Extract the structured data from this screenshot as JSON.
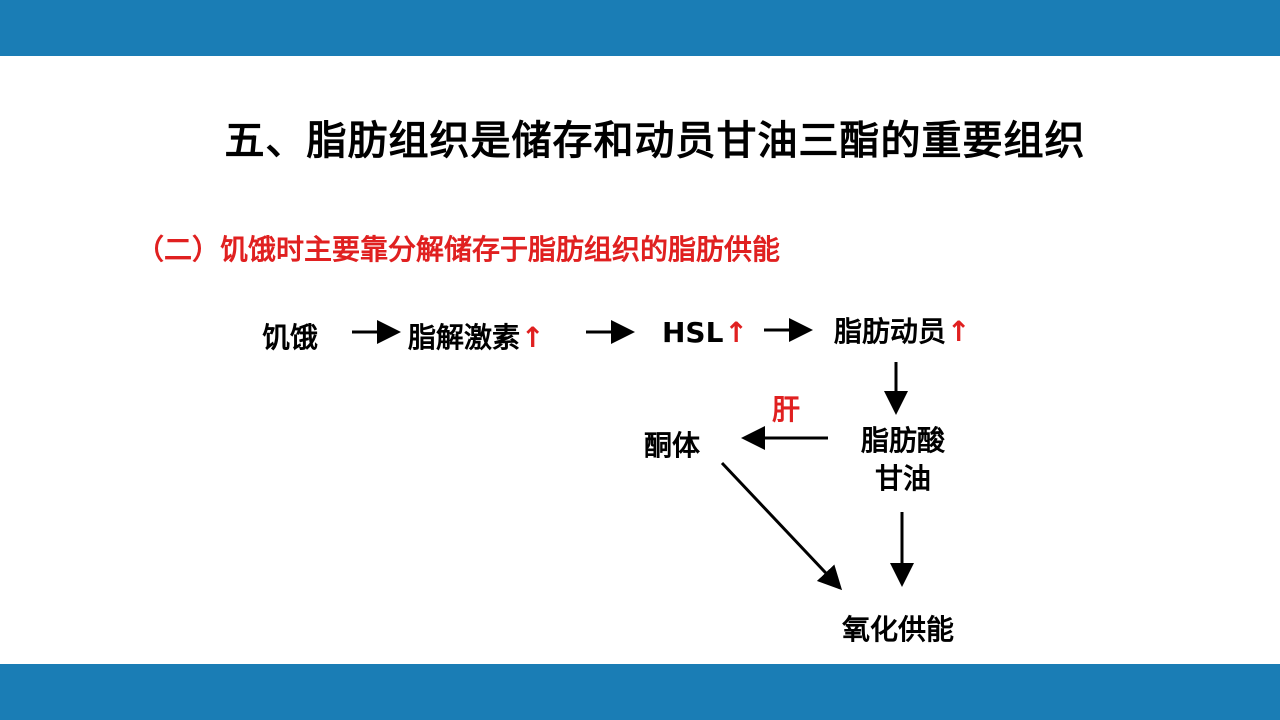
{
  "colors": {
    "band": "#1a7db5",
    "accent_red": "#e02020",
    "text": "#000000"
  },
  "title": "五、脂肪组织是储存和动员甘油三酯的重要组织",
  "subtitle": "（二）饥饿时主要靠分解储存于脂肪组织的脂肪供能",
  "diagram": {
    "nodes": {
      "hunger": "饥饿",
      "lipolytic_hormone": "脂解激素",
      "hsl": "HSL",
      "fat_mobilization": "脂肪动员",
      "fatty_acid": "脂肪酸",
      "glycerol": "甘油",
      "ketone_body": "酮体",
      "oxidation_energy": "氧化供能"
    },
    "up_arrow": "↑",
    "edge_label_liver": "肝"
  }
}
